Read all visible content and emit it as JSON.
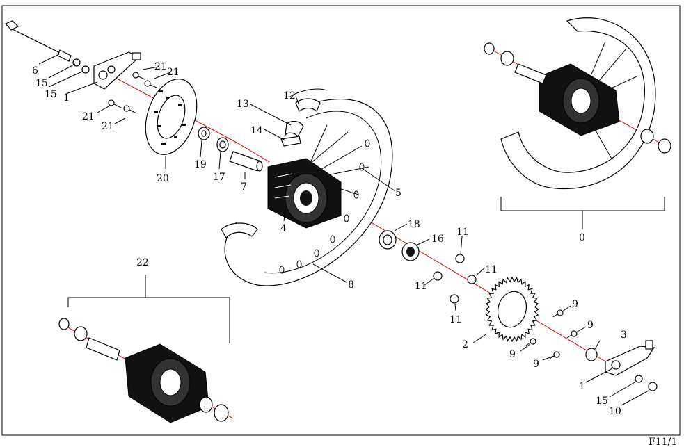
{
  "page_code": "F11/1",
  "callouts": {
    "c6": "6",
    "c15a": "15",
    "c15b": "15",
    "c1a": "1",
    "c21a": "21",
    "c21b": "21",
    "c21c": "21",
    "c21d": "21",
    "c20": "20",
    "c19": "19",
    "c17": "17",
    "c7": "7",
    "c13": "13",
    "c12": "12",
    "c14": "14",
    "c5": "5",
    "c4": "4",
    "c18": "18",
    "c16": "16",
    "c8": "8",
    "c11a": "11",
    "c11b": "11",
    "c11c": "11",
    "c11d": "11",
    "c9a": "9",
    "c9b": "9",
    "c9c": "9",
    "c9d": "9",
    "c3": "3",
    "c2": "2",
    "c1b": "1",
    "c15c": "15",
    "c10": "10",
    "c22": "22",
    "c0": "0"
  }
}
